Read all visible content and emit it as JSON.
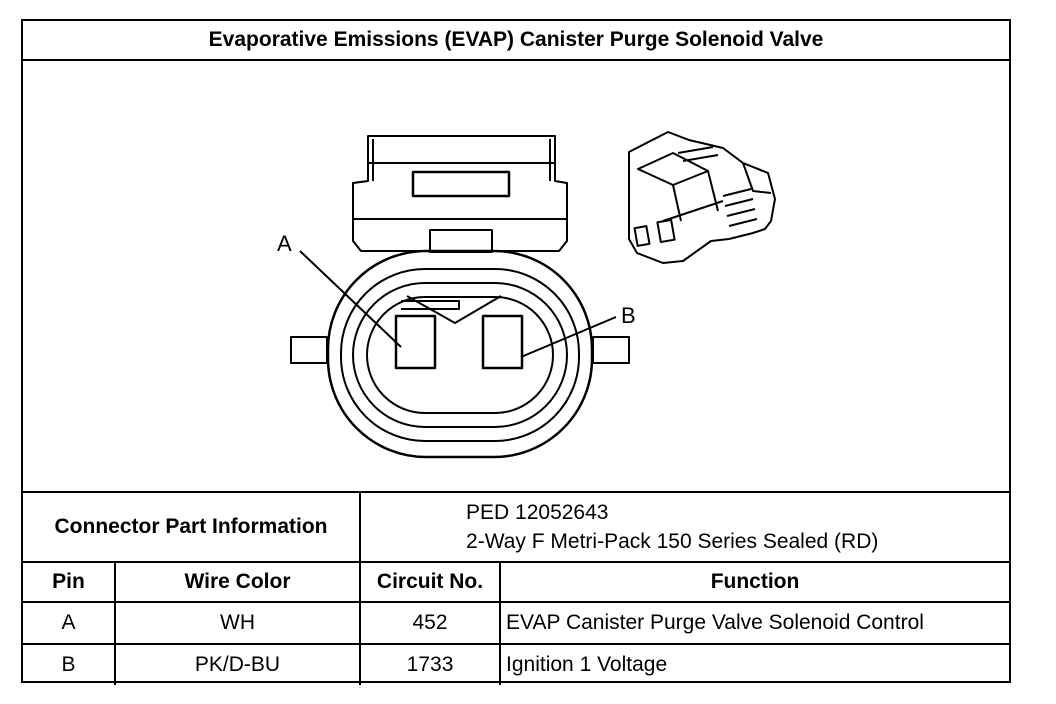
{
  "title": "Evaporative Emissions (EVAP) Canister Purge Solenoid Valve",
  "diagram": {
    "pin_label_a": "A",
    "pin_label_b": "B"
  },
  "connector_info": {
    "label": "Connector Part Information",
    "part_number": "PED 12052643",
    "description": "2-Way F Metri-Pack 150 Series Sealed (RD)"
  },
  "table": {
    "headers": [
      "Pin",
      "Wire Color",
      "Circuit No.",
      "Function"
    ],
    "rows": [
      {
        "pin": "A",
        "wire_color": "WH",
        "circuit": "452",
        "function": "EVAP Canister Purge Valve Solenoid Control"
      },
      {
        "pin": "B",
        "wire_color": "PK/D-BU",
        "circuit": "1733",
        "function": "Ignition 1 Voltage"
      }
    ]
  }
}
